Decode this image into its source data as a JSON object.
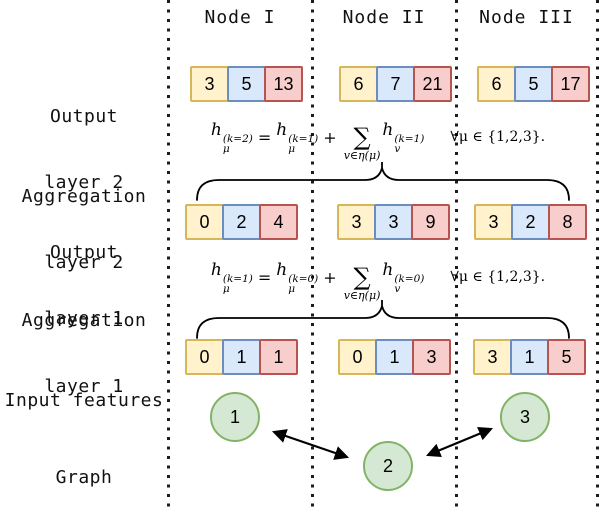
{
  "header": {
    "columns": [
      "Node I",
      "Node II",
      "Node III"
    ]
  },
  "row_labels": [
    {
      "line1": "Output",
      "line2": "layer 2"
    },
    {
      "line1": "Aggregation",
      "line2": "layer 2"
    },
    {
      "line1": "Output",
      "line2": "layer 1"
    },
    {
      "line1": "Aggregation",
      "line2": "layer 1"
    },
    {
      "line1": "Input features",
      "line2": ""
    },
    {
      "line1": "Graph",
      "line2": ""
    }
  ],
  "vectors": {
    "output_layer_2": [
      [
        "3",
        "5",
        "13"
      ],
      [
        "6",
        "7",
        "21"
      ],
      [
        "6",
        "5",
        "17"
      ]
    ],
    "output_layer_1": [
      [
        "0",
        "2",
        "4"
      ],
      [
        "3",
        "3",
        "9"
      ],
      [
        "3",
        "2",
        "8"
      ]
    ],
    "input_features": [
      [
        "0",
        "1",
        "1"
      ],
      [
        "0",
        "1",
        "3"
      ],
      [
        "3",
        "1",
        "5"
      ]
    ]
  },
  "formulas": {
    "agg2": {
      "h": "h",
      "eq": "=",
      "plus": "+",
      "sum": "∑",
      "lhs_sup": "(k=2)",
      "lhs_sub": "μ",
      "rhs_sup": "(k=1)",
      "rhs_sub": "μ",
      "sum_sub": "v∈η(μ)",
      "term_sup": "(k=1)",
      "term_sub": "v",
      "forall": "∀μ ∈ {1,2,3}."
    },
    "agg1": {
      "h": "h",
      "eq": "=",
      "plus": "+",
      "sum": "∑",
      "lhs_sup": "(k=1)",
      "lhs_sub": "μ",
      "rhs_sup": "(k=0)",
      "rhs_sub": "μ",
      "sum_sub": "v∈η(μ)",
      "term_sup": "(k=0)",
      "term_sub": "v",
      "forall": "∀μ ∈ {1,2,3}."
    }
  },
  "graph": {
    "nodes": [
      {
        "label": "1"
      },
      {
        "label": "2"
      },
      {
        "label": "3"
      }
    ],
    "edges": [
      {
        "from": "1",
        "to": "2",
        "type": "bidirectional"
      },
      {
        "from": "2",
        "to": "3",
        "type": "bidirectional"
      }
    ]
  },
  "colors": {
    "cell_yellow_fill": "#fff2cc",
    "cell_yellow_border": "#d6b656",
    "cell_blue_fill": "#dae8fc",
    "cell_blue_border": "#6c8ebf",
    "cell_red_fill": "#f8cecc",
    "cell_red_border": "#b85450",
    "graph_node_fill": "#d5e8d4",
    "graph_node_border": "#82b366",
    "line_color": "#000000"
  }
}
